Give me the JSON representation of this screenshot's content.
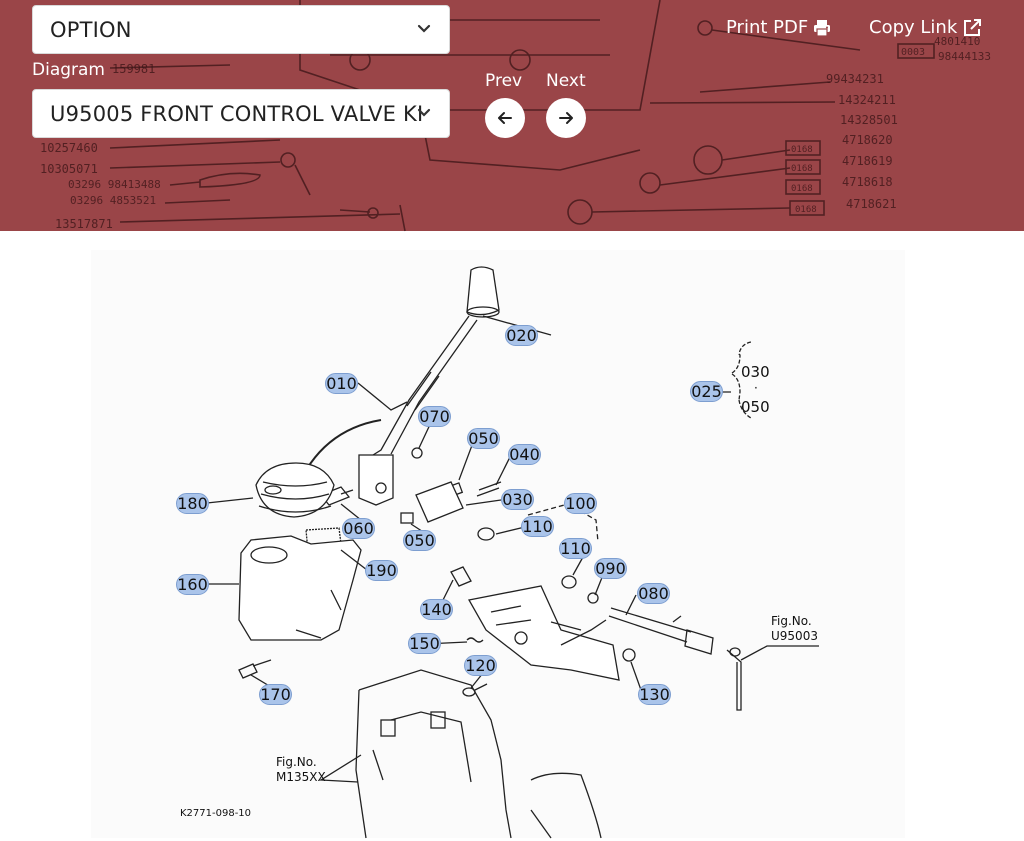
{
  "header": {
    "option_select": {
      "value": "OPTION"
    },
    "diagram_label": "Diagram",
    "diagram_select": {
      "value": "U95005 FRONT CONTROL VALVE KI"
    },
    "prev_label": "Prev",
    "next_label": "Next",
    "print_pdf_label": "Print PDF",
    "copy_link_label": "Copy Link",
    "background_text": [
      "159981",
      "10257460",
      "10305071",
      "03296 98413488",
      "03296 4853521",
      "13517871",
      "99434231",
      "14324211",
      "14328501",
      "4718620",
      "4718619",
      "4718618",
      "4718621",
      "0168",
      "0168",
      "0168",
      "0168",
      "4801410",
      "0003",
      "98444133"
    ],
    "accent_color": "#9a4548"
  },
  "diagram": {
    "callouts": [
      "020",
      "010",
      "070",
      "050",
      "040",
      "030",
      "100",
      "110",
      "180",
      "060",
      "050",
      "110",
      "190",
      "090",
      "160",
      "080",
      "140",
      "150",
      "120",
      "170",
      "130",
      "025"
    ],
    "set_values": [
      "030",
      "050"
    ],
    "fig_ref_right": [
      "Fig.No.",
      "U95003"
    ],
    "fig_ref_left": [
      "Fig.No.",
      "M135XX"
    ],
    "drawing_code": "K2771-098-10",
    "callout_color": "#aac4ea"
  }
}
